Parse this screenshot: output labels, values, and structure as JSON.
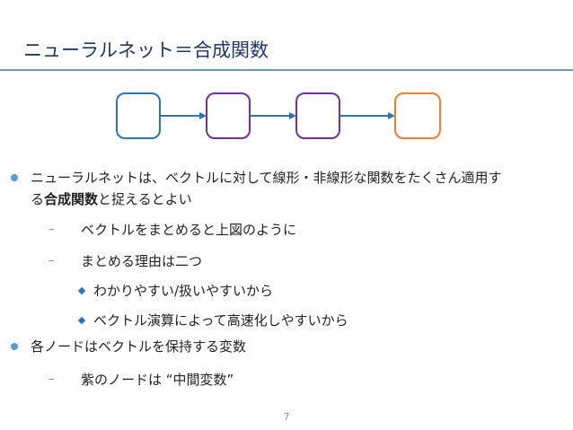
{
  "slide": {
    "title": "ニューラルネット＝合成関数",
    "page_number": "7"
  },
  "colors": {
    "title": "#1f3864",
    "accent": "#5b9bd5",
    "node_blue": "#2e75b6",
    "node_purple": "#7030a0",
    "node_orange": "#ed7d31"
  },
  "diagram": {
    "nodes": [
      {
        "color": "#2e75b6"
      },
      {
        "color": "#7030a0"
      },
      {
        "color": "#7030a0"
      },
      {
        "color": "#ed7d31"
      }
    ]
  },
  "bullets": {
    "b1_pre": "ニューラルネットは、ベクトルに対して線形・非線形な関数をたくさん適用す",
    "b1_line2_pre": "る",
    "b1_bold": "合成関数",
    "b1_post": "と捉えるとよい",
    "b1_1": "ベクトルをまとめると上図のように",
    "b1_2": "まとめる理由は二つ",
    "b1_2_1": "わかりやすい/扱いやすいから",
    "b1_2_2": "ベクトル演算によって高速化しやすいから",
    "b2": "各ノードはベクトルを保持する変数",
    "b2_1": "紫のノードは “中間変数”"
  }
}
